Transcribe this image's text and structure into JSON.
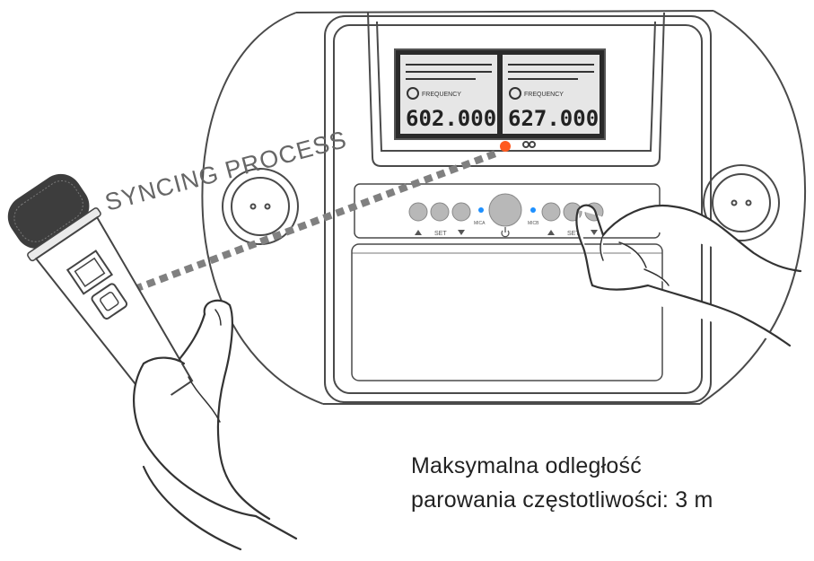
{
  "label_syncing": "SYNCING PROCESS",
  "lcd_left_freq": "602.000",
  "lcd_right_freq": "627.000",
  "lcd_freq_caption": "FREQUENCY",
  "panel": {
    "set_label": "SET",
    "mica_label": "MICA",
    "micb_label": "MICB"
  },
  "caption_line1": "Maksymalna odległość",
  "caption_line2": "parowania częstotliwości: 3 m",
  "colors": {
    "line": "#4a4a4a",
    "sync_dash": "#808080",
    "led": "#ff5a1f",
    "indicator": "#1e90ff",
    "button": "#b8b8b8",
    "lcd": "#2a2a2a"
  }
}
